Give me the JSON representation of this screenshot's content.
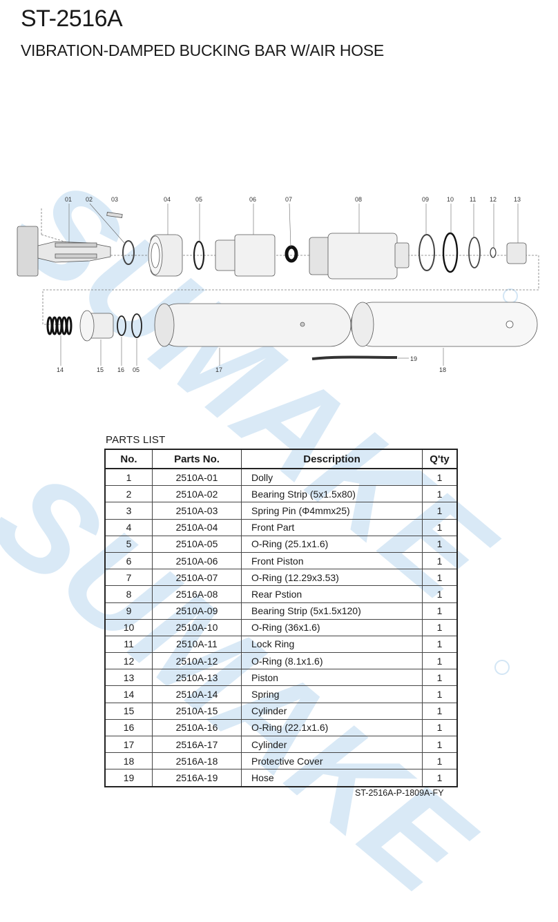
{
  "header": {
    "model": "ST-2516A",
    "title": "VIBRATION-DAMPED BUCKING BAR W/AIR HOSE"
  },
  "watermark": {
    "text": "SUMAKE",
    "color": "#d3e6f5"
  },
  "diagram": {
    "callouts": [
      "01",
      "02",
      "03",
      "04",
      "05",
      "06",
      "07",
      "08",
      "09",
      "10",
      "11",
      "12",
      "13",
      "14",
      "15",
      "16",
      "05",
      "17",
      "18",
      "19"
    ]
  },
  "parts_list": {
    "caption": "PARTS LIST",
    "columns": [
      "No.",
      "Parts No.",
      "Description",
      "Q'ty"
    ],
    "rows": [
      [
        "1",
        "2510A-01",
        "Dolly",
        "1"
      ],
      [
        "2",
        "2510A-02",
        "Bearing Strip (5x1.5x80)",
        "1"
      ],
      [
        "3",
        "2510A-03",
        "Spring Pin (Φ4mmx25)",
        "1"
      ],
      [
        "4",
        "2510A-04",
        "Front Part",
        "1"
      ],
      [
        "5",
        "2510A-05",
        "O-Ring (25.1x1.6)",
        "1"
      ],
      [
        "6",
        "2510A-06",
        "Front Piston",
        "1"
      ],
      [
        "7",
        "2510A-07",
        "O-Ring (12.29x3.53)",
        "1"
      ],
      [
        "8",
        "2516A-08",
        "Rear Pstion",
        "1"
      ],
      [
        "9",
        "2510A-09",
        "Bearing Strip (5x1.5x120)",
        "1"
      ],
      [
        "10",
        "2510A-10",
        "O-Ring (36x1.6)",
        "1"
      ],
      [
        "11",
        "2510A-11",
        "Lock Ring",
        "1"
      ],
      [
        "12",
        "2510A-12",
        "O-Ring (8.1x1.6)",
        "1"
      ],
      [
        "13",
        "2510A-13",
        "Piston",
        "1"
      ],
      [
        "14",
        "2510A-14",
        "Spring",
        "1"
      ],
      [
        "15",
        "2510A-15",
        "Cylinder",
        "1"
      ],
      [
        "16",
        "2510A-16",
        "O-Ring (22.1x1.6)",
        "1"
      ],
      [
        "17",
        "2516A-17",
        "Cylinder",
        "1"
      ],
      [
        "18",
        "2516A-18",
        "Protective Cover",
        "1"
      ],
      [
        "19",
        "2516A-19",
        "Hose",
        "1"
      ]
    ]
  },
  "footer": {
    "doc_code": "ST-2516A-P-1809A-FY"
  }
}
